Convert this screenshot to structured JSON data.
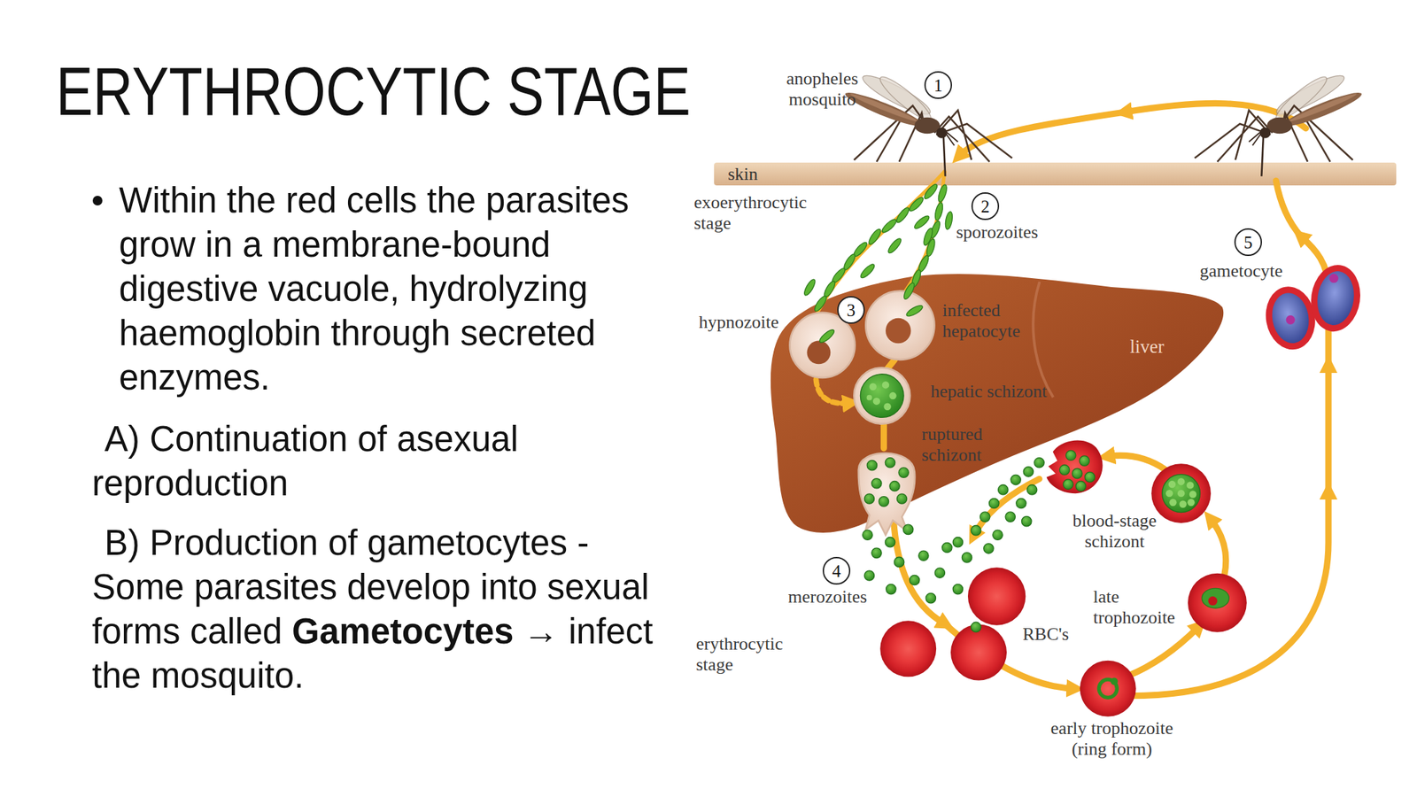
{
  "diagram": {
    "title": "ERYTHROCYTIC STAGE",
    "nodes": [
      {
        "text": [
          "1"
        ]
      },
      {
        "text": [
          "skin"
        ]
      },
      {
        "text": [
          "2"
        ]
      },
      {
        "text": [
          "5"
        ]
      },
      {
        "text": [
          "3"
        ]
      },
      {
        "text": [
          "liver"
        ]
      },
      {
        "text": [
          "4"
        ]
      }
    ],
    "labels": [
      "Within the red cells the parasites grow in a membrane-bound digestive vacuole, hydrolyzing haemoglobin through secreted enzymes.",
      "A) Continuation of asexual reproduction",
      "B) Production of gametocytes - Some parasites develop into sexual forms called",
      "Gametocytes",
      "→ infect the mosquito.",
      "anopheles mosquito",
      "exoerythrocytic stage",
      "sporozoites",
      "gametocyte",
      "hypnozoite",
      "infected hepatocyte",
      "hepatic schizont",
      "ruptured schizont",
      "blood-stage schizont",
      "merozoites",
      "late trophozoite",
      "RBC's",
      "erythrocytic stage",
      "early trophozoite (ring form)"
    ]
  }
}
